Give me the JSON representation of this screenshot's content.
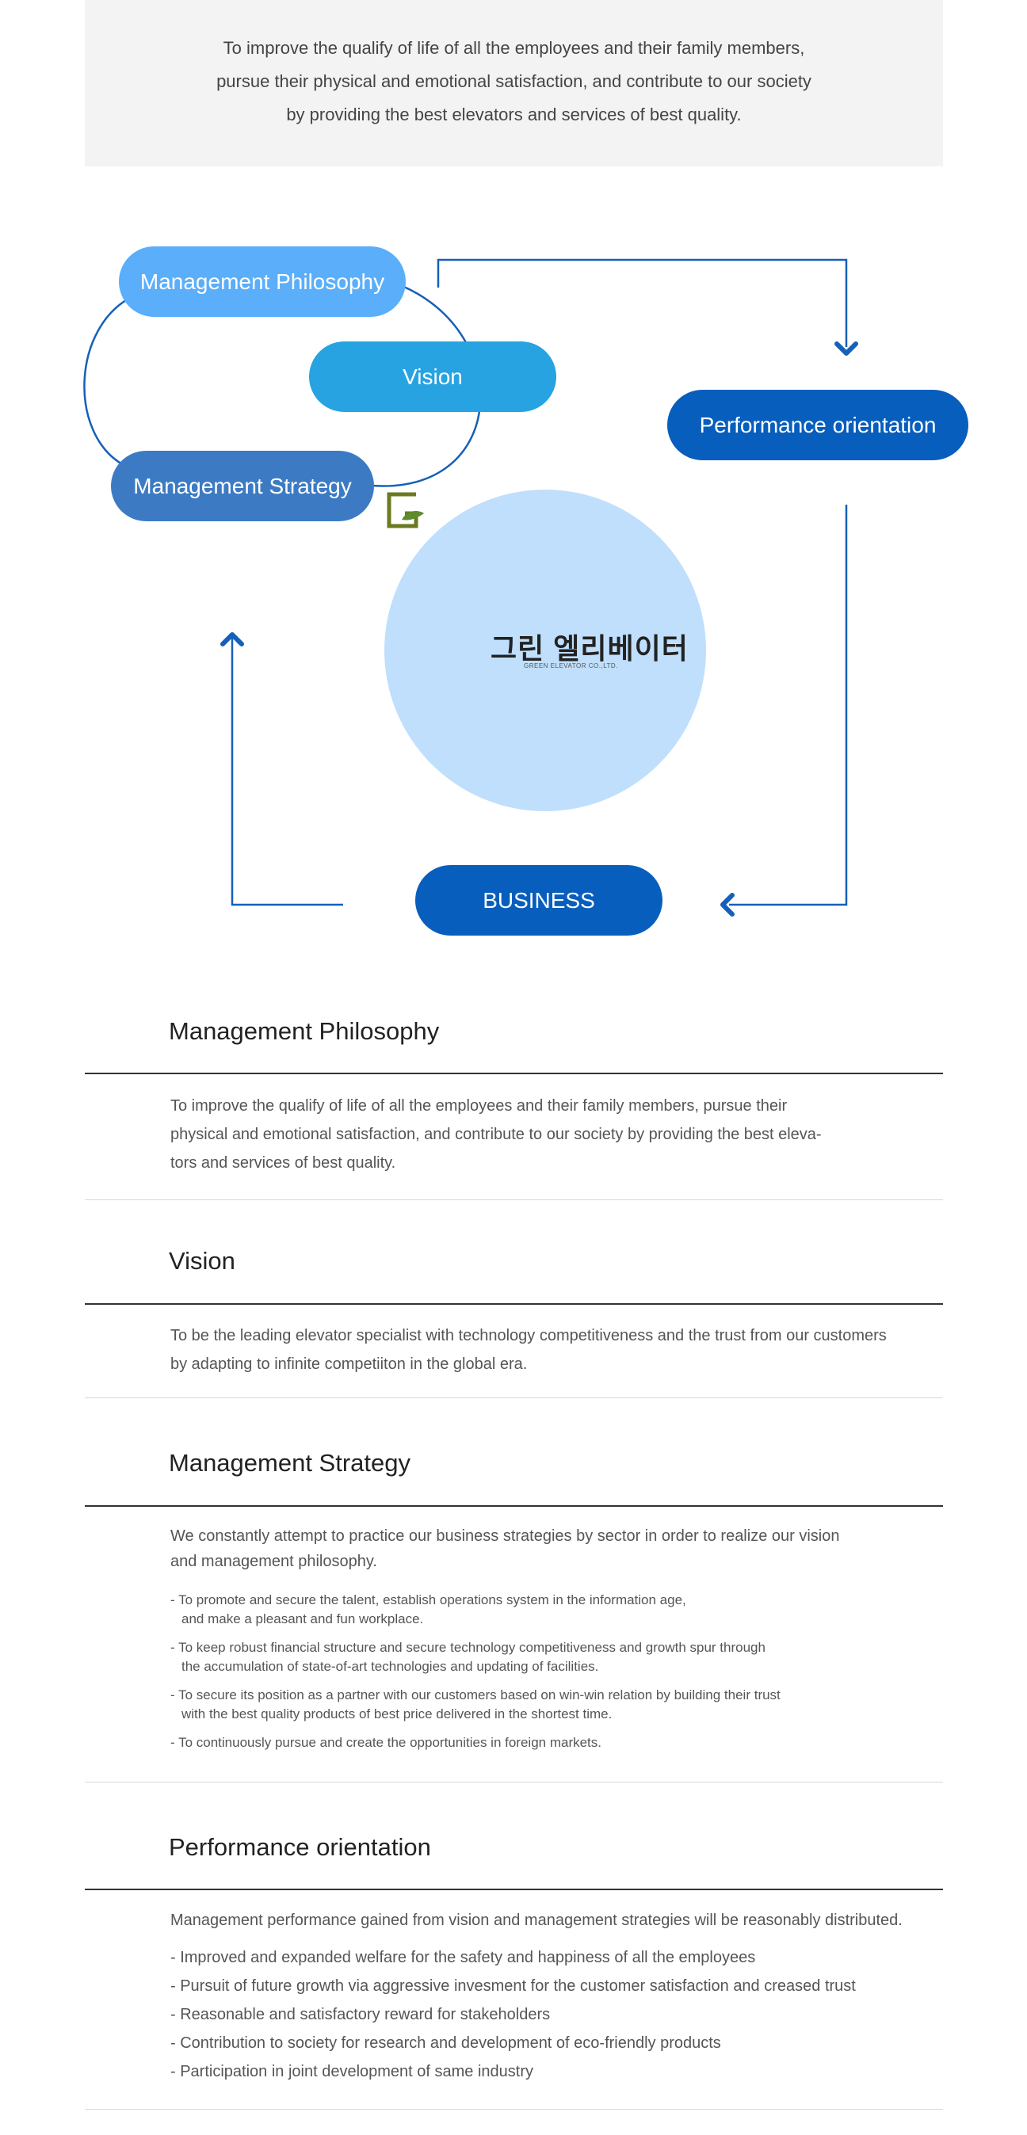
{
  "intro": {
    "lines": [
      "To improve the qualify of life of all the employees and their family members,",
      "pursue their physical and emotional satisfaction, and contribute to our society",
      "by providing the best elevators and services of best quality."
    ]
  },
  "diagram": {
    "philosophy_label": "Management Philosophy",
    "vision_label": "Vision",
    "strategy_label": "Management Strategy",
    "performance_label": "Performance orientation",
    "business_label": "BUSINESS",
    "logo_korean": "그린 엘리베이터",
    "logo_english": "GREEN ELEVATOR CO.,LTD.",
    "colors": {
      "philosophy": "#5aaefa",
      "vision": "#27a3e1",
      "strategy": "#3c7bc4",
      "performance": "#075ebd",
      "business": "#075ebd",
      "circle": "#c0dffd",
      "arrow": "#1560b8"
    }
  },
  "sections": {
    "philosophy": {
      "title": "Management Philosophy",
      "lines": [
        "To improve the qualify of life of all the employees and their family members, pursue their",
        "physical and emotional satisfaction, and contribute to our society by providing the best eleva-",
        "tors and services of best quality."
      ]
    },
    "vision": {
      "title": "Vision",
      "lines": [
        "To be the leading elevator specialist with technology competitiveness and the trust from our customers",
        "by adapting to infinite competiiton in the global era."
      ]
    },
    "strategy": {
      "title": "Management Strategy",
      "lines": [
        "We constantly attempt to practice our business strategies by sector in order to realize our vision",
        "and management philosophy."
      ],
      "bullets": [
        [
          "- To promote and secure the talent, establish operations system in the information age,",
          "and make a pleasant and fun workplace."
        ],
        [
          "- To keep robust financial structure and secure technology competitiveness and growth spur through",
          "the accumulation of state-of-art technologies and updating of facilities."
        ],
        [
          "- To secure its position as a partner with our customers based on win-win relation by building their trust",
          "with the best quality products of best price delivered in the shortest time."
        ],
        [
          "- To continuously pursue and create the opportunities in foreign markets."
        ]
      ]
    },
    "performance": {
      "title": "Performance orientation",
      "intro": "Management performance gained from vision and management strategies will be reasonably distributed.",
      "bullets": [
        "- Improved and expanded welfare for the safety and happiness of all the employees",
        "- Pursuit of future growth via aggressive invesment for the customer satisfaction and creased trust",
        "- Reasonable and satisfactory reward for stakeholders",
        "- Contribution to society for research and development of eco-friendly products",
        "- Participation in joint development of same industry"
      ]
    }
  }
}
